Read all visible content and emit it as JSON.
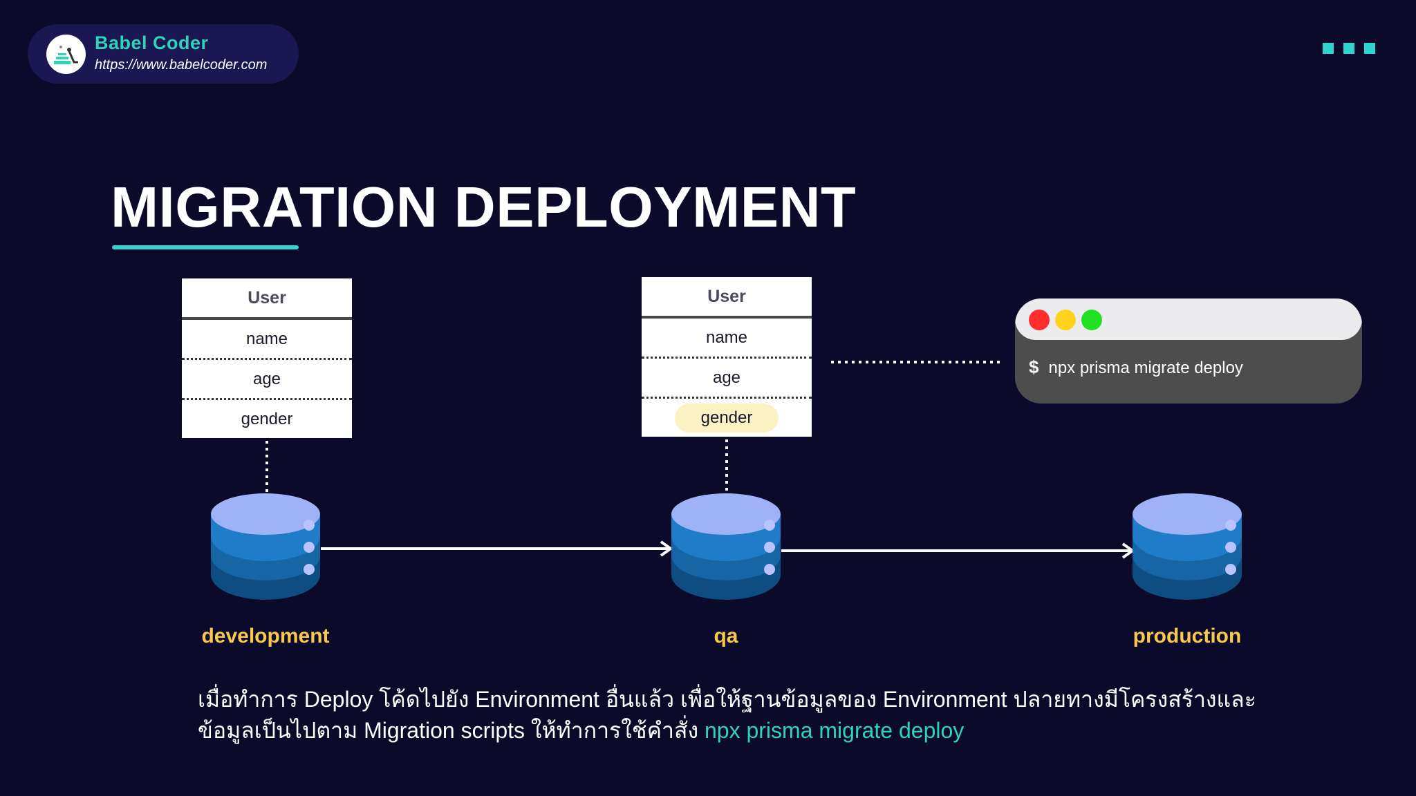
{
  "brand": {
    "name": "Babel Coder",
    "url": "https://www.babelcoder.com"
  },
  "title": "MIGRATION DEPLOYMENT",
  "schemas": [
    {
      "title": "User",
      "fields": [
        "name",
        "age",
        "gender"
      ]
    },
    {
      "title": "User",
      "fields": [
        "name",
        "age",
        "gender"
      ],
      "highlighted_field": "gender"
    }
  ],
  "terminal": {
    "prompt": "$",
    "command": "npx prisma migrate deploy"
  },
  "environments": [
    "development",
    "qa",
    "production"
  ],
  "description": {
    "line1": "เมื่อทำการ Deploy โค้ดไปยัง Environment อื่นแล้ว เพื่อให้ฐานข้อมูลของ Environment ปลายทางมีโครงสร้างและ",
    "line2": "ข้อมูลเป็นไปตาม Migration scripts ให้ทำการใช้คำสั่ง",
    "command": "npx prisma migrate deploy"
  },
  "colors": {
    "background": "#0b0a2b",
    "accent": "#2fd3d0",
    "env_label": "#f9c94e",
    "highlight": "#fbf2c3"
  },
  "icons": [
    "logo-icon",
    "menu-dots-icon",
    "database-icon",
    "arrow-right-icon"
  ]
}
